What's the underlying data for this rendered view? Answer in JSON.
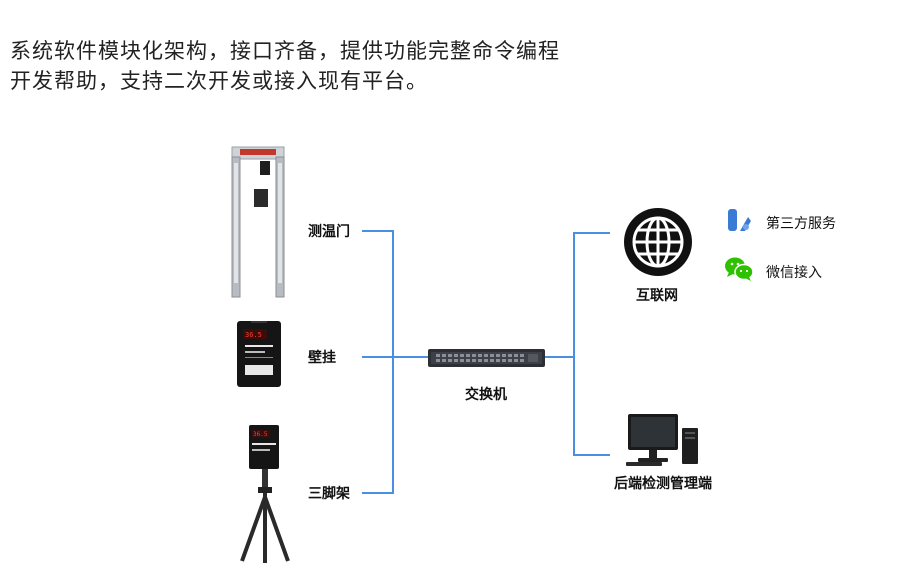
{
  "intro": {
    "line1": "系统软件模块化架构，接口齐备，提供功能完整命令编程",
    "line2": "开发帮助，支持二次开发或接入现有平台。"
  },
  "devices": {
    "gate": "测温门",
    "wall": "壁挂",
    "tripod": "三脚架"
  },
  "switch_label": "交换机",
  "internet_label": "互联网",
  "backend_label": "后端检测管理端",
  "services": {
    "third_party": "第三方服务",
    "wechat": "微信接入"
  },
  "colors": {
    "line": "#4a90e2",
    "third_party_icon": "#3a7bd5",
    "wechat_icon": "#2dc100"
  }
}
